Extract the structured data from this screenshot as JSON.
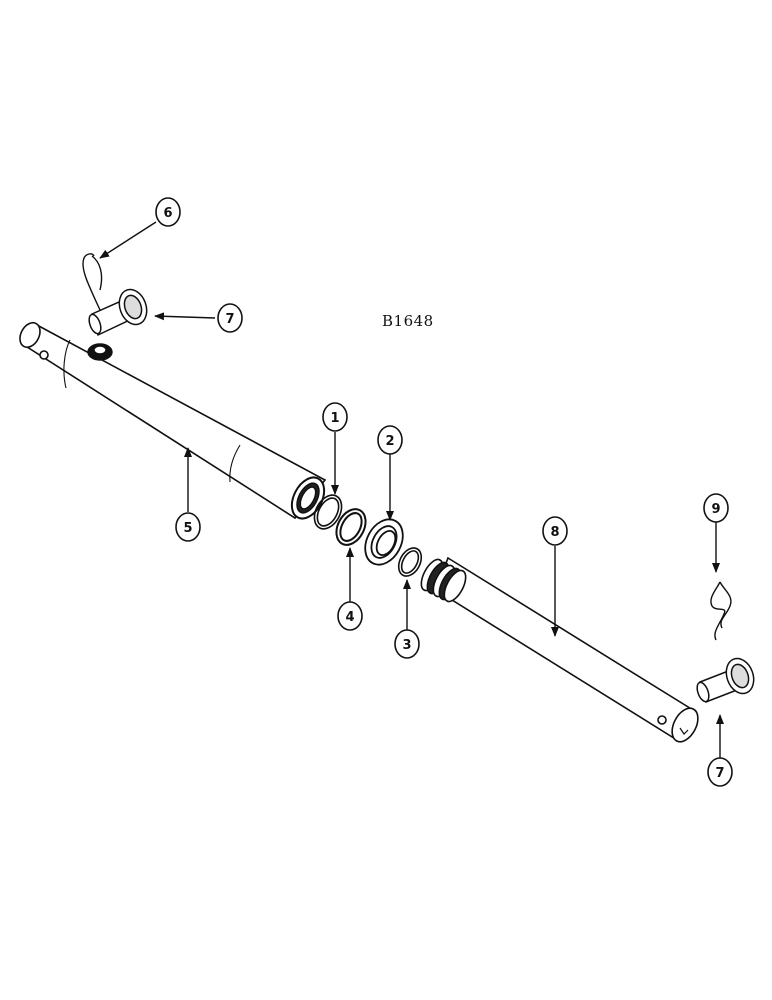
{
  "drawing_code": "B1648",
  "callouts": [
    {
      "id": "c1",
      "label": "1"
    },
    {
      "id": "c2",
      "label": "2"
    },
    {
      "id": "c3",
      "label": "3"
    },
    {
      "id": "c4",
      "label": "4"
    },
    {
      "id": "c5",
      "label": "5"
    },
    {
      "id": "c6",
      "label": "6"
    },
    {
      "id": "c7a",
      "label": "7"
    },
    {
      "id": "c7b",
      "label": "7"
    },
    {
      "id": "c8",
      "label": "8"
    },
    {
      "id": "c9",
      "label": "9"
    }
  ],
  "colors": {
    "ink": "#111111",
    "paper": "#ffffff"
  }
}
